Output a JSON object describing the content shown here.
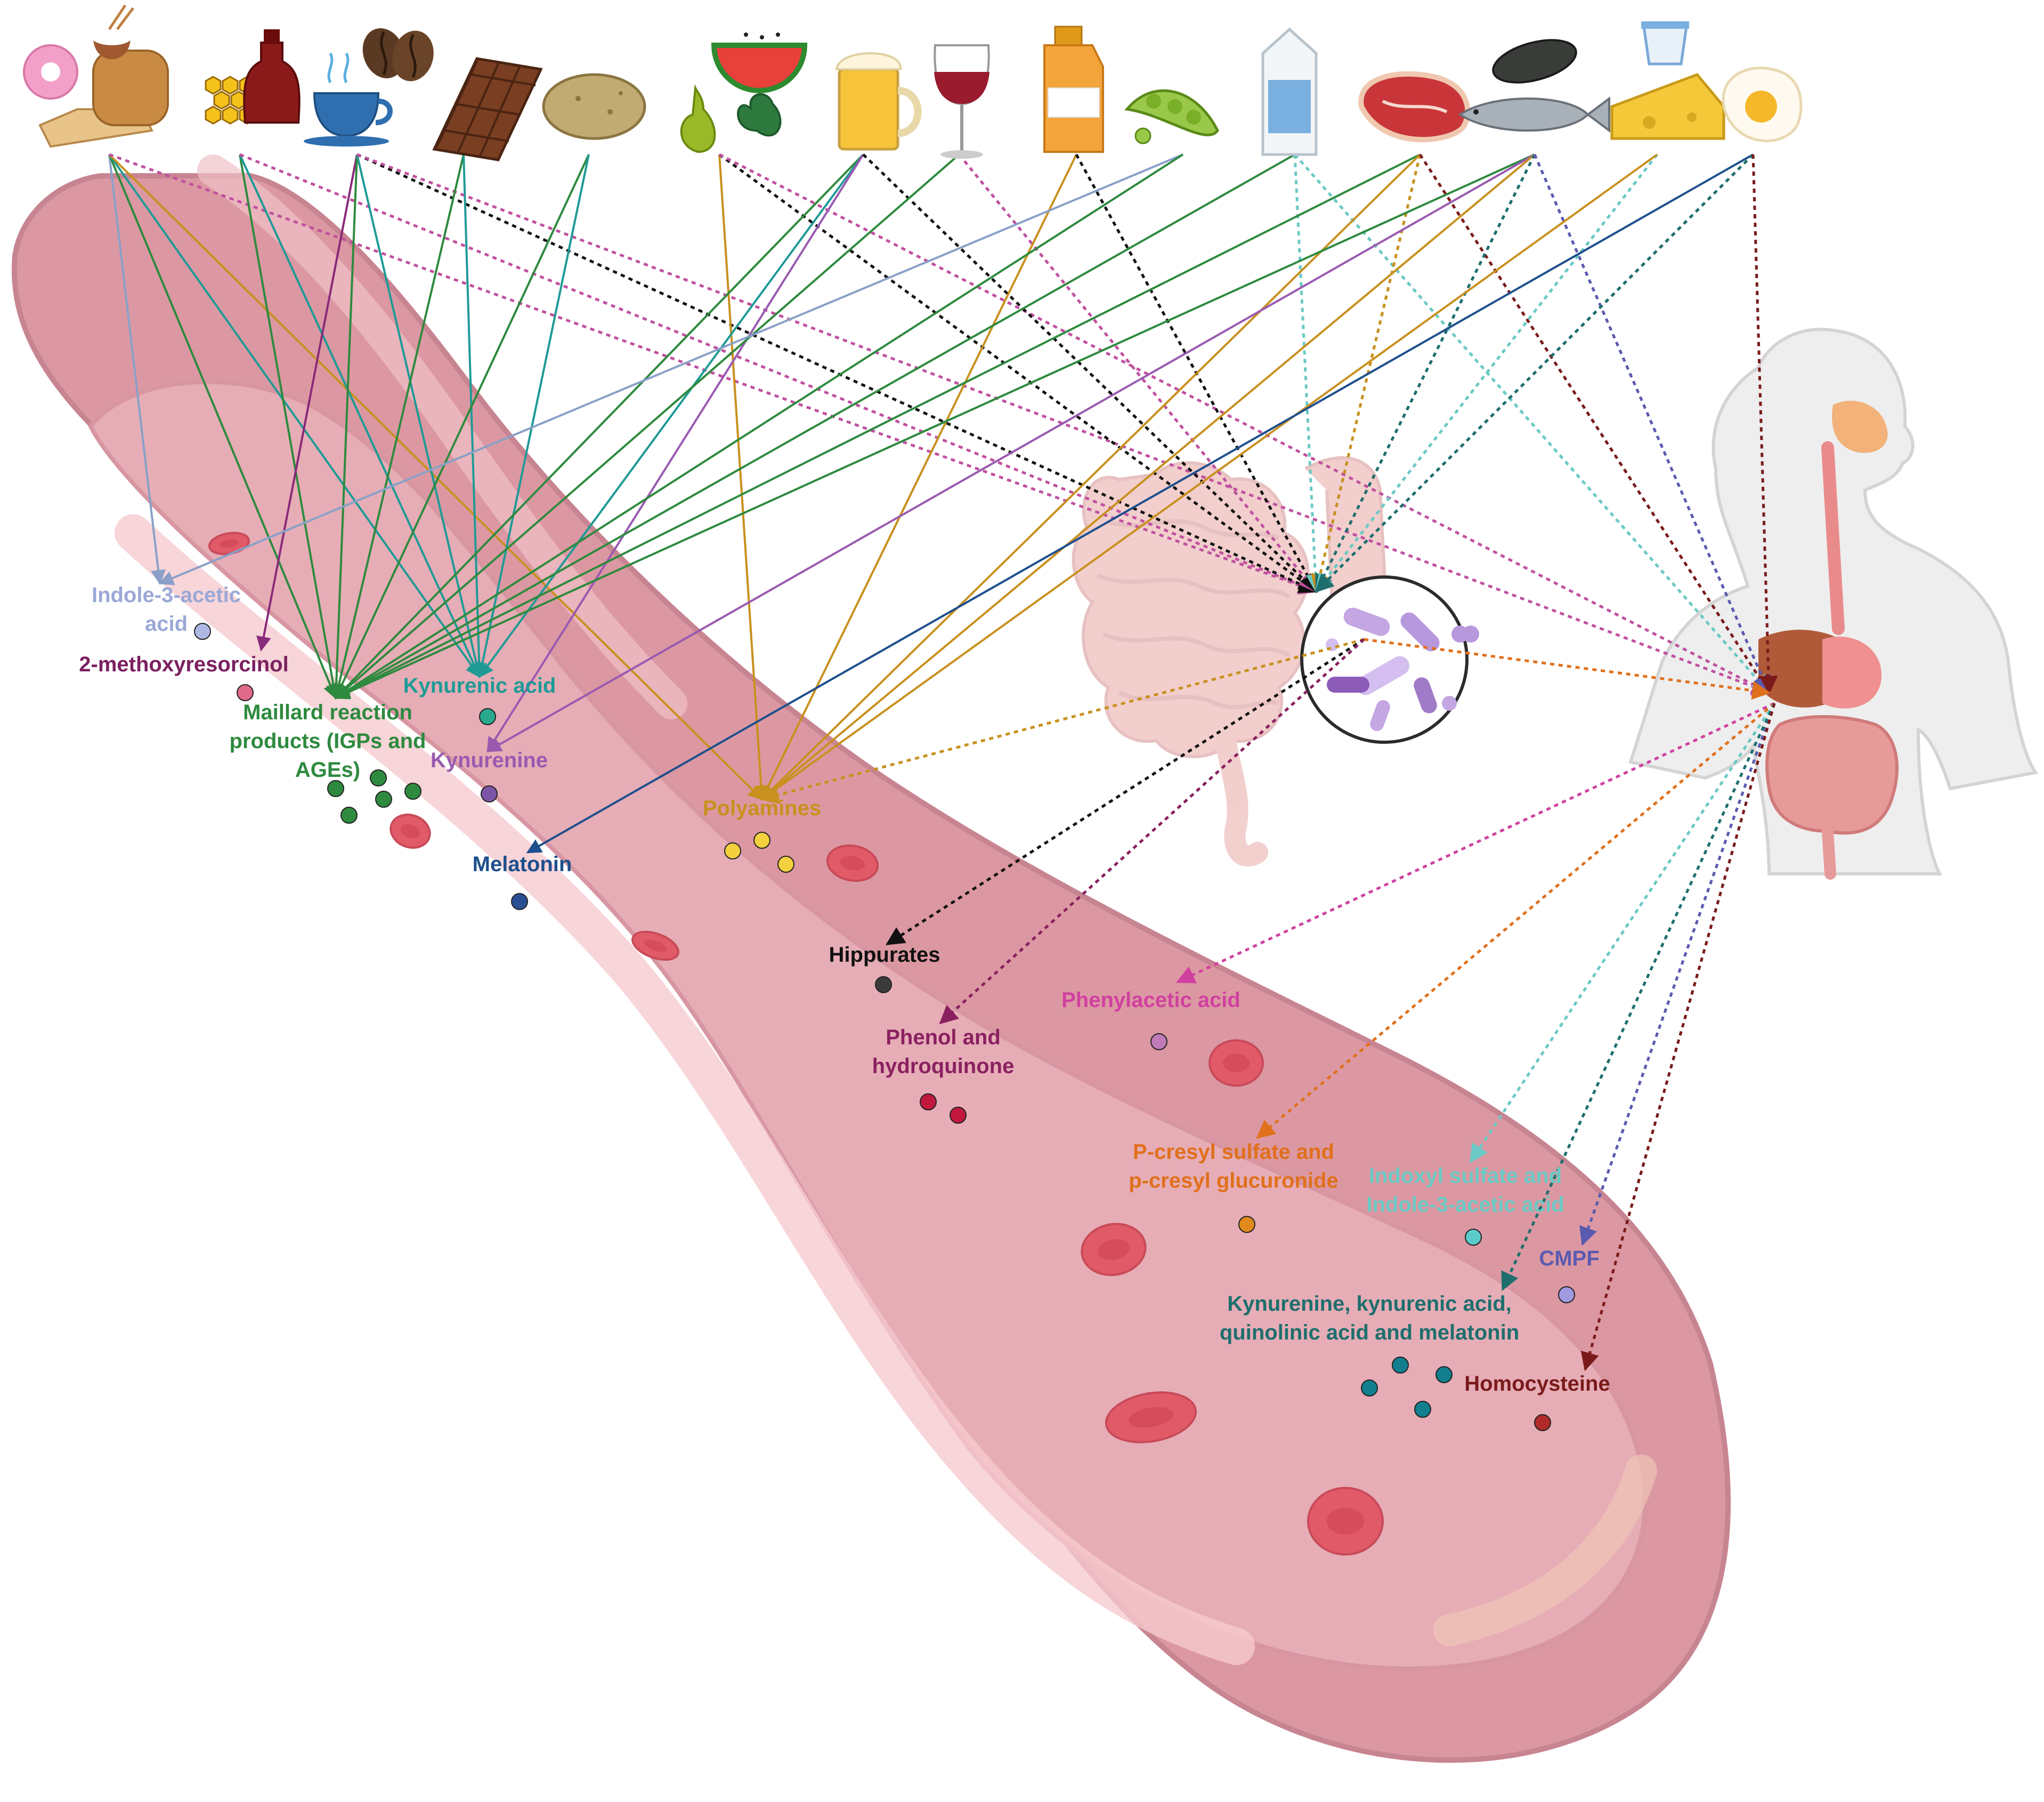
{
  "foods": [
    {
      "id": "cereals",
      "icon": "donut-bread-rice-icon"
    },
    {
      "id": "sweeteners",
      "icon": "honey-syrup-icon"
    },
    {
      "id": "coffee",
      "icon": "coffee-cup-beans-icon"
    },
    {
      "id": "chocolate",
      "icon": "chocolate-bar-icon"
    },
    {
      "id": "potato",
      "icon": "potato-icon"
    },
    {
      "id": "fruits_veg",
      "icon": "watermelon-pear-spinach-icon"
    },
    {
      "id": "beer",
      "icon": "beer-mug-icon"
    },
    {
      "id": "wine",
      "icon": "wine-glass-icon"
    },
    {
      "id": "juice",
      "icon": "juice-bottle-icon"
    },
    {
      "id": "legumes",
      "icon": "pea-pod-icon"
    },
    {
      "id": "milk",
      "icon": "milk-carton-icon"
    },
    {
      "id": "meat",
      "icon": "steak-icon"
    },
    {
      "id": "seafood",
      "icon": "mussel-fish-icon"
    },
    {
      "id": "dairy",
      "icon": "cheese-yogurt-icon"
    },
    {
      "id": "egg",
      "icon": "fried-egg-icon"
    }
  ],
  "hubs": [
    {
      "id": "microbiota",
      "icon": "gut-microbiota-icon"
    },
    {
      "id": "host",
      "icon": "human-digestive-system-icon"
    }
  ],
  "metabolites": [
    {
      "id": "iaa",
      "text": "Indole-3-acetic acid",
      "lines": [
        "Indole-3-acetic",
        "acid"
      ],
      "color": "#9aa8d6",
      "dot": "#aeb8e4"
    },
    {
      "id": "mr",
      "text": "2-methoxyresorcinol",
      "lines": [
        "2-methoxyresorcinol"
      ],
      "color": "#7a2060",
      "dot": "#e06a8a"
    },
    {
      "id": "mrp",
      "text": "Maillard reaction products (IGPs and AGEs)",
      "lines": [
        "Maillard reaction",
        "products (IGPs and",
        "AGEs)"
      ],
      "color": "#2e8a3e",
      "dot": "#2e8a3e"
    },
    {
      "id": "kyna",
      "text": "Kynurenic acid",
      "lines": [
        "Kynurenic acid"
      ],
      "color": "#1f9a96",
      "dot": "#2aa88e"
    },
    {
      "id": "kyn",
      "text": "Kynurenine",
      "lines": [
        "Kynurenine"
      ],
      "color": "#9a5ab0",
      "dot": "#7e56a8"
    },
    {
      "id": "pa",
      "text": "Polyamines",
      "lines": [
        "Polyamines"
      ],
      "color": "#c8901e",
      "dot": "#f3d03e"
    },
    {
      "id": "mel",
      "text": "Melatonin",
      "lines": [
        "Melatonin"
      ],
      "color": "#1e4f8c",
      "dot": "#2a4f95"
    },
    {
      "id": "hip",
      "text": "Hippurates",
      "lines": [
        "Hippurates"
      ],
      "color": "#111111",
      "dot": "#3a3a3a"
    },
    {
      "id": "phe",
      "text": "Phenylacetic acid",
      "lines": [
        "Phenylacetic acid"
      ],
      "color": "#d040a0",
      "dot": "#c07ab8"
    },
    {
      "id": "phq",
      "text": "Phenol and hydroquinone",
      "lines": [
        "Phenol and",
        "hydroquinone"
      ],
      "color": "#8a2060",
      "dot": "#c2183e"
    },
    {
      "id": "pcs",
      "text": "P-cresyl sulfate and p-cresyl glucuronide",
      "lines": [
        "P-cresyl sulfate and",
        "p-cresyl glucuronide"
      ],
      "color": "#e0701c",
      "dot": "#e08a1c"
    },
    {
      "id": "ind",
      "text": "Indoxyl sulfate and Indole-3-acetic acid",
      "lines": [
        "Indoxyl sulfate and",
        "Indole-3-acetic acid"
      ],
      "color": "#6ac9c4",
      "dot": "#5ccbcb"
    },
    {
      "id": "cmpf",
      "text": "CMPF",
      "lines": [
        "CMPF"
      ],
      "color": "#5a5ab0",
      "dot": "#a09ae0"
    },
    {
      "id": "kq",
      "text": "Kynurenine, kynurenic acid, quinolinic acid and melatonin",
      "lines": [
        "Kynurenine, kynurenic acid,",
        "quinolinic acid and melatonin"
      ],
      "color": "#1e6e6e",
      "dot": "#127e8e"
    },
    {
      "id": "hcy",
      "text": "Homocysteine",
      "lines": [
        "Homocysteine"
      ],
      "color": "#7a1a1a",
      "dot": "#b02a2a"
    }
  ],
  "links": [
    {
      "from": "cereals",
      "to": "iaa",
      "color": "#8aa0c8",
      "style": "solid"
    },
    {
      "from": "cereals",
      "to": "mrp",
      "color": "#2e8a3e",
      "style": "solid"
    },
    {
      "from": "cereals",
      "to": "kyna",
      "color": "#1f9a96",
      "style": "solid"
    },
    {
      "from": "cereals",
      "to": "pa",
      "color": "#c8901e",
      "style": "solid"
    },
    {
      "from": "cereals",
      "to": "microbiota",
      "color": "#c050a0",
      "style": "dotted"
    },
    {
      "from": "sweeteners",
      "to": "mrp",
      "color": "#2e8a3e",
      "style": "solid"
    },
    {
      "from": "sweeteners",
      "to": "kyna",
      "color": "#1f9a96",
      "style": "solid"
    },
    {
      "from": "sweeteners",
      "to": "microbiota",
      "color": "#c050a0",
      "style": "dotted"
    },
    {
      "from": "coffee",
      "to": "mr",
      "color": "#8a2a7a",
      "style": "solid"
    },
    {
      "from": "coffee",
      "to": "mrp",
      "color": "#2e8a3e",
      "style": "solid"
    },
    {
      "from": "coffee",
      "to": "kyna",
      "color": "#1f9a96",
      "style": "solid"
    },
    {
      "from": "coffee",
      "to": "microbiota",
      "color": "#111111",
      "style": "dotted"
    },
    {
      "from": "coffee",
      "to": "host",
      "color": "#c050a0",
      "style": "dotted"
    },
    {
      "from": "chocolate",
      "to": "mrp",
      "color": "#2e8a3e",
      "style": "solid"
    },
    {
      "from": "chocolate",
      "to": "kyna",
      "color": "#1f9a96",
      "style": "solid"
    },
    {
      "from": "potato",
      "to": "mrp",
      "color": "#2e8a3e",
      "style": "solid"
    },
    {
      "from": "potato",
      "to": "kyna",
      "color": "#1f9a96",
      "style": "solid"
    },
    {
      "from": "fruits_veg",
      "to": "pa",
      "color": "#c8901e",
      "style": "solid"
    },
    {
      "from": "fruits_veg",
      "to": "microbiota",
      "color": "#111111",
      "style": "dotted"
    },
    {
      "from": "fruits_veg",
      "to": "host",
      "color": "#c050a0",
      "style": "dotted"
    },
    {
      "from": "beer",
      "to": "mrp",
      "color": "#2e8a3e",
      "style": "solid"
    },
    {
      "from": "beer",
      "to": "kyna",
      "color": "#1f9a96",
      "style": "solid"
    },
    {
      "from": "beer",
      "to": "kyn",
      "color": "#9a5ab0",
      "style": "solid"
    },
    {
      "from": "beer",
      "to": "microbiota",
      "color": "#111111",
      "style": "dotted"
    },
    {
      "from": "wine",
      "to": "mrp",
      "color": "#2e8a3e",
      "style": "solid"
    },
    {
      "from": "wine",
      "to": "microbiota",
      "color": "#c050a0",
      "style": "dotted"
    },
    {
      "from": "juice",
      "to": "pa",
      "color": "#c8901e",
      "style": "solid"
    },
    {
      "from": "juice",
      "to": "microbiota",
      "color": "#111111",
      "style": "dotted"
    },
    {
      "from": "legumes",
      "to": "iaa",
      "color": "#8aa0c8",
      "style": "solid"
    },
    {
      "from": "legumes",
      "to": "mrp",
      "color": "#2e8a3e",
      "style": "solid"
    },
    {
      "from": "milk",
      "to": "mrp",
      "color": "#2e8a3e",
      "style": "solid"
    },
    {
      "from": "milk",
      "to": "microbiota",
      "color": "#6ac9c4",
      "style": "dotted"
    },
    {
      "from": "milk",
      "to": "host",
      "color": "#6ac9c4",
      "style": "dotted"
    },
    {
      "from": "meat",
      "to": "mrp",
      "color": "#2e8a3e",
      "style": "solid"
    },
    {
      "from": "meat",
      "to": "pa",
      "color": "#c8901e",
      "style": "solid"
    },
    {
      "from": "meat",
      "to": "microbiota",
      "color": "#c8901e",
      "style": "dotted"
    },
    {
      "from": "meat",
      "to": "host",
      "color": "#7a1a1a",
      "style": "dotted"
    },
    {
      "from": "seafood",
      "to": "mrp",
      "color": "#2e8a3e",
      "style": "solid"
    },
    {
      "from": "seafood",
      "to": "kyn",
      "color": "#9a5ab0",
      "style": "solid"
    },
    {
      "from": "seafood",
      "to": "pa",
      "color": "#c8901e",
      "style": "solid"
    },
    {
      "from": "seafood",
      "to": "microbiota",
      "color": "#1e6e6e",
      "style": "dotted"
    },
    {
      "from": "seafood",
      "to": "host",
      "color": "#5a5ab0",
      "style": "dotted"
    },
    {
      "from": "dairy",
      "to": "microbiota",
      "color": "#6ac9c4",
      "style": "dotted"
    },
    {
      "from": "dairy",
      "to": "pa",
      "color": "#c8901e",
      "style": "solid"
    },
    {
      "from": "egg",
      "to": "mel",
      "color": "#1e4f8c",
      "style": "solid"
    },
    {
      "from": "egg",
      "to": "microbiota",
      "color": "#1e6e6e",
      "style": "dotted"
    },
    {
      "from": "egg",
      "to": "host",
      "color": "#7a1a1a",
      "style": "dotted"
    },
    {
      "from": "microbiota",
      "to": "pa",
      "color": "#c8901e",
      "style": "dotted"
    },
    {
      "from": "microbiota",
      "to": "hip",
      "color": "#111111",
      "style": "dotted"
    },
    {
      "from": "microbiota",
      "to": "phq",
      "color": "#8a2060",
      "style": "dotted"
    },
    {
      "from": "microbiota",
      "to": "host",
      "color": "#e0701c",
      "style": "dotted"
    },
    {
      "from": "host",
      "to": "phe",
      "color": "#d040a0",
      "style": "dotted"
    },
    {
      "from": "host",
      "to": "pcs",
      "color": "#e0701c",
      "style": "dotted"
    },
    {
      "from": "host",
      "to": "ind",
      "color": "#6ac9c4",
      "style": "dotted"
    },
    {
      "from": "host",
      "to": "cmpf",
      "color": "#5a5ab0",
      "style": "dotted"
    },
    {
      "from": "host",
      "to": "kq",
      "color": "#1e6e6e",
      "style": "dotted"
    },
    {
      "from": "host",
      "to": "hcy",
      "color": "#7a1a1a",
      "style": "dotted"
    }
  ]
}
